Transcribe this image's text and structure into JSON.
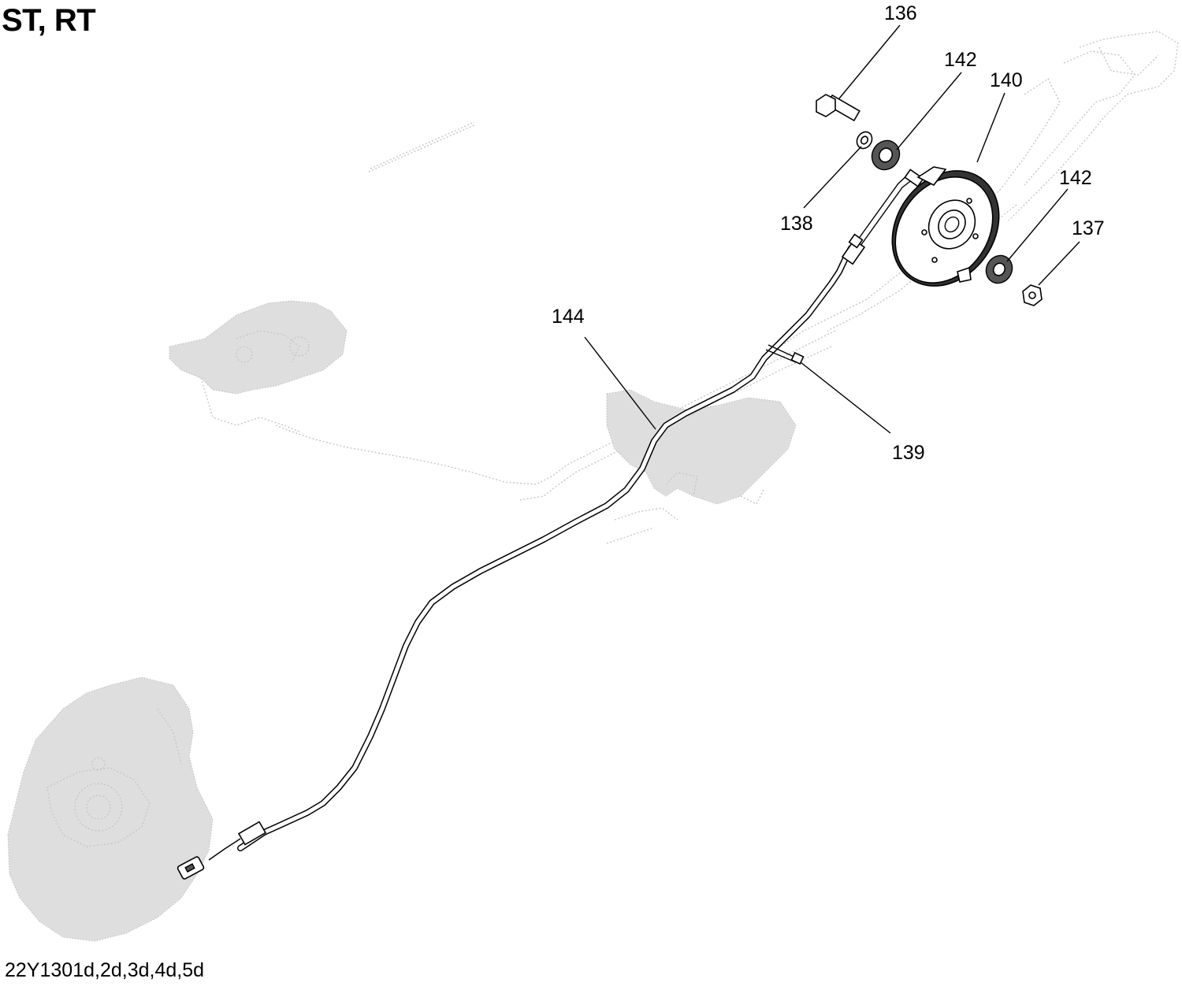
{
  "header": {
    "title": "ST, RT"
  },
  "footer": {
    "reference": "22Y1301d,2d,3d,4d,5d"
  },
  "callouts": [
    {
      "id": "136",
      "label": "136"
    },
    {
      "id": "142a",
      "label": "142"
    },
    {
      "id": "140",
      "label": "140"
    },
    {
      "id": "138",
      "label": "138"
    },
    {
      "id": "142b",
      "label": "142"
    },
    {
      "id": "137",
      "label": "137"
    },
    {
      "id": "144",
      "label": "144"
    },
    {
      "id": "139",
      "label": "139"
    }
  ]
}
